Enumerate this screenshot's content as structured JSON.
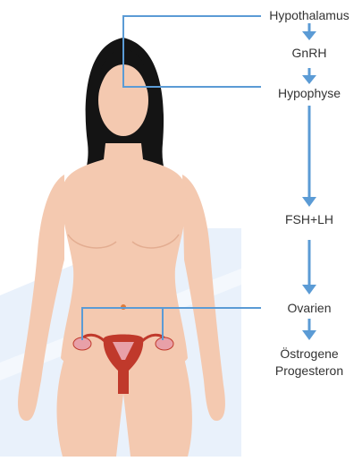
{
  "labels": {
    "hypothalamus": "Hypothalamus",
    "gnrh": "GnRH",
    "hypophyse": "Hypophyse",
    "fsh_lh": "FSH+LH",
    "ovarien": "Ovarien",
    "oestrogene": "Östrogene",
    "progesteron": "Progesteron"
  },
  "colors": {
    "arrow": "#5b9bd5",
    "connector_line": "#5b9bd5",
    "skin": "#f4c9b0",
    "skin_shadow": "#e3ad91",
    "hair": "#141414",
    "background_panel": "#e9f1fb",
    "uterus": "#c0392b",
    "ovary": "#e8a0a8",
    "navel": "#e07b39",
    "text": "#333333"
  },
  "icons": {
    "flow_arrow": "down-arrow-icon"
  }
}
